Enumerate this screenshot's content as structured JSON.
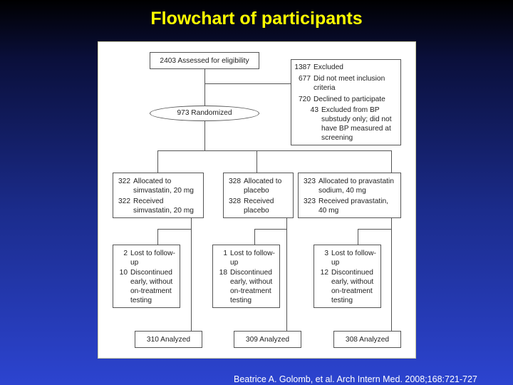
{
  "title": "Flowchart of participants",
  "citation": "Beatrice A. Golomb, et al. Arch Intern Med. 2008;168:721-727",
  "flow": {
    "assessed": "2403 Assessed for eligibility",
    "randomized": "973 Randomized",
    "excluded": [
      {
        "num": "1387",
        "text": "Excluded"
      },
      {
        "num": "677",
        "text": "Did not meet inclusion criteria"
      },
      {
        "num": "720",
        "text": "Declined to participate"
      },
      {
        "num": "43",
        "text": "Excluded from BP substudy only; did not have BP measured at screening"
      }
    ],
    "arms": [
      {
        "allocated_num": "322",
        "allocated_text": "Allocated to simvastatin, 20 mg",
        "received_num": "322",
        "received_text": "Received simvastatin, 20 mg",
        "lost_num": "2",
        "lost_text": "Lost to follow-up",
        "disc_num": "10",
        "disc_text": "Discontinued early, without on-treatment testing",
        "analyzed": "310 Analyzed"
      },
      {
        "allocated_num": "328",
        "allocated_text": "Allocated to placebo",
        "received_num": "328",
        "received_text": "Received placebo",
        "lost_num": "1",
        "lost_text": "Lost to follow-up",
        "disc_num": "18",
        "disc_text": "Discontinued early, without on-treatment testing",
        "analyzed": "309 Analyzed"
      },
      {
        "allocated_num": "323",
        "allocated_text": "Allocated to pravastatin sodium, 40 mg",
        "received_num": "323",
        "received_text": "Received pravastatin, 40 mg",
        "lost_num": "3",
        "lost_text": "Lost to follow-up",
        "disc_num": "12",
        "disc_text": "Discontinued early, without on-treatment testing",
        "analyzed": "308 Analyzed"
      }
    ]
  }
}
